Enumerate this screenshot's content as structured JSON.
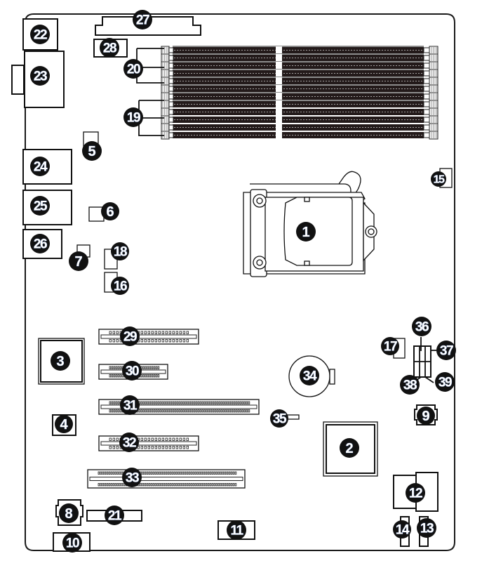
{
  "diagram": {
    "type": "motherboard-layout",
    "callouts": [
      {
        "id": "1",
        "label": "1"
      },
      {
        "id": "2",
        "label": "2"
      },
      {
        "id": "3",
        "label": "3"
      },
      {
        "id": "4",
        "label": "4"
      },
      {
        "id": "5",
        "label": "5"
      },
      {
        "id": "6",
        "label": "6"
      },
      {
        "id": "7",
        "label": "7"
      },
      {
        "id": "8",
        "label": "8"
      },
      {
        "id": "9",
        "label": "9"
      },
      {
        "id": "10",
        "label": "10"
      },
      {
        "id": "11",
        "label": "11"
      },
      {
        "id": "12",
        "label": "12"
      },
      {
        "id": "13",
        "label": "13"
      },
      {
        "id": "14",
        "label": "14"
      },
      {
        "id": "15",
        "label": "15"
      },
      {
        "id": "16",
        "label": "16"
      },
      {
        "id": "17",
        "label": "17"
      },
      {
        "id": "18",
        "label": "18"
      },
      {
        "id": "19",
        "label": "19"
      },
      {
        "id": "20",
        "label": "20"
      },
      {
        "id": "21",
        "label": "21"
      },
      {
        "id": "22",
        "label": "22"
      },
      {
        "id": "23",
        "label": "23"
      },
      {
        "id": "24",
        "label": "24"
      },
      {
        "id": "25",
        "label": "25"
      },
      {
        "id": "26",
        "label": "26"
      },
      {
        "id": "27",
        "label": "27"
      },
      {
        "id": "28",
        "label": "28"
      },
      {
        "id": "29",
        "label": "29"
      },
      {
        "id": "30",
        "label": "30"
      },
      {
        "id": "31",
        "label": "31"
      },
      {
        "id": "32",
        "label": "32"
      },
      {
        "id": "33",
        "label": "33"
      },
      {
        "id": "34",
        "label": "34"
      },
      {
        "id": "35",
        "label": "35"
      },
      {
        "id": "36",
        "label": "36"
      },
      {
        "id": "37",
        "label": "37"
      },
      {
        "id": "38",
        "label": "38"
      },
      {
        "id": "39",
        "label": "39"
      }
    ],
    "components": {
      "cpu_socket": "1",
      "chip_large": "2",
      "chip_left": "3",
      "dimm_group_upper": "20",
      "dimm_group_lower": "19",
      "dimm_slot_count": 12,
      "battery": "34",
      "pcie_slots": [
        "29",
        "30",
        "31",
        "32",
        "33"
      ]
    },
    "colors": {
      "callout_fill": "#111111",
      "callout_text": "#ffffff",
      "dimm_body": "#231a1a",
      "dimm_rail_upper": "#8c8c8c",
      "dimm_rail_lower": "#ffffff",
      "line": "#111111"
    }
  }
}
